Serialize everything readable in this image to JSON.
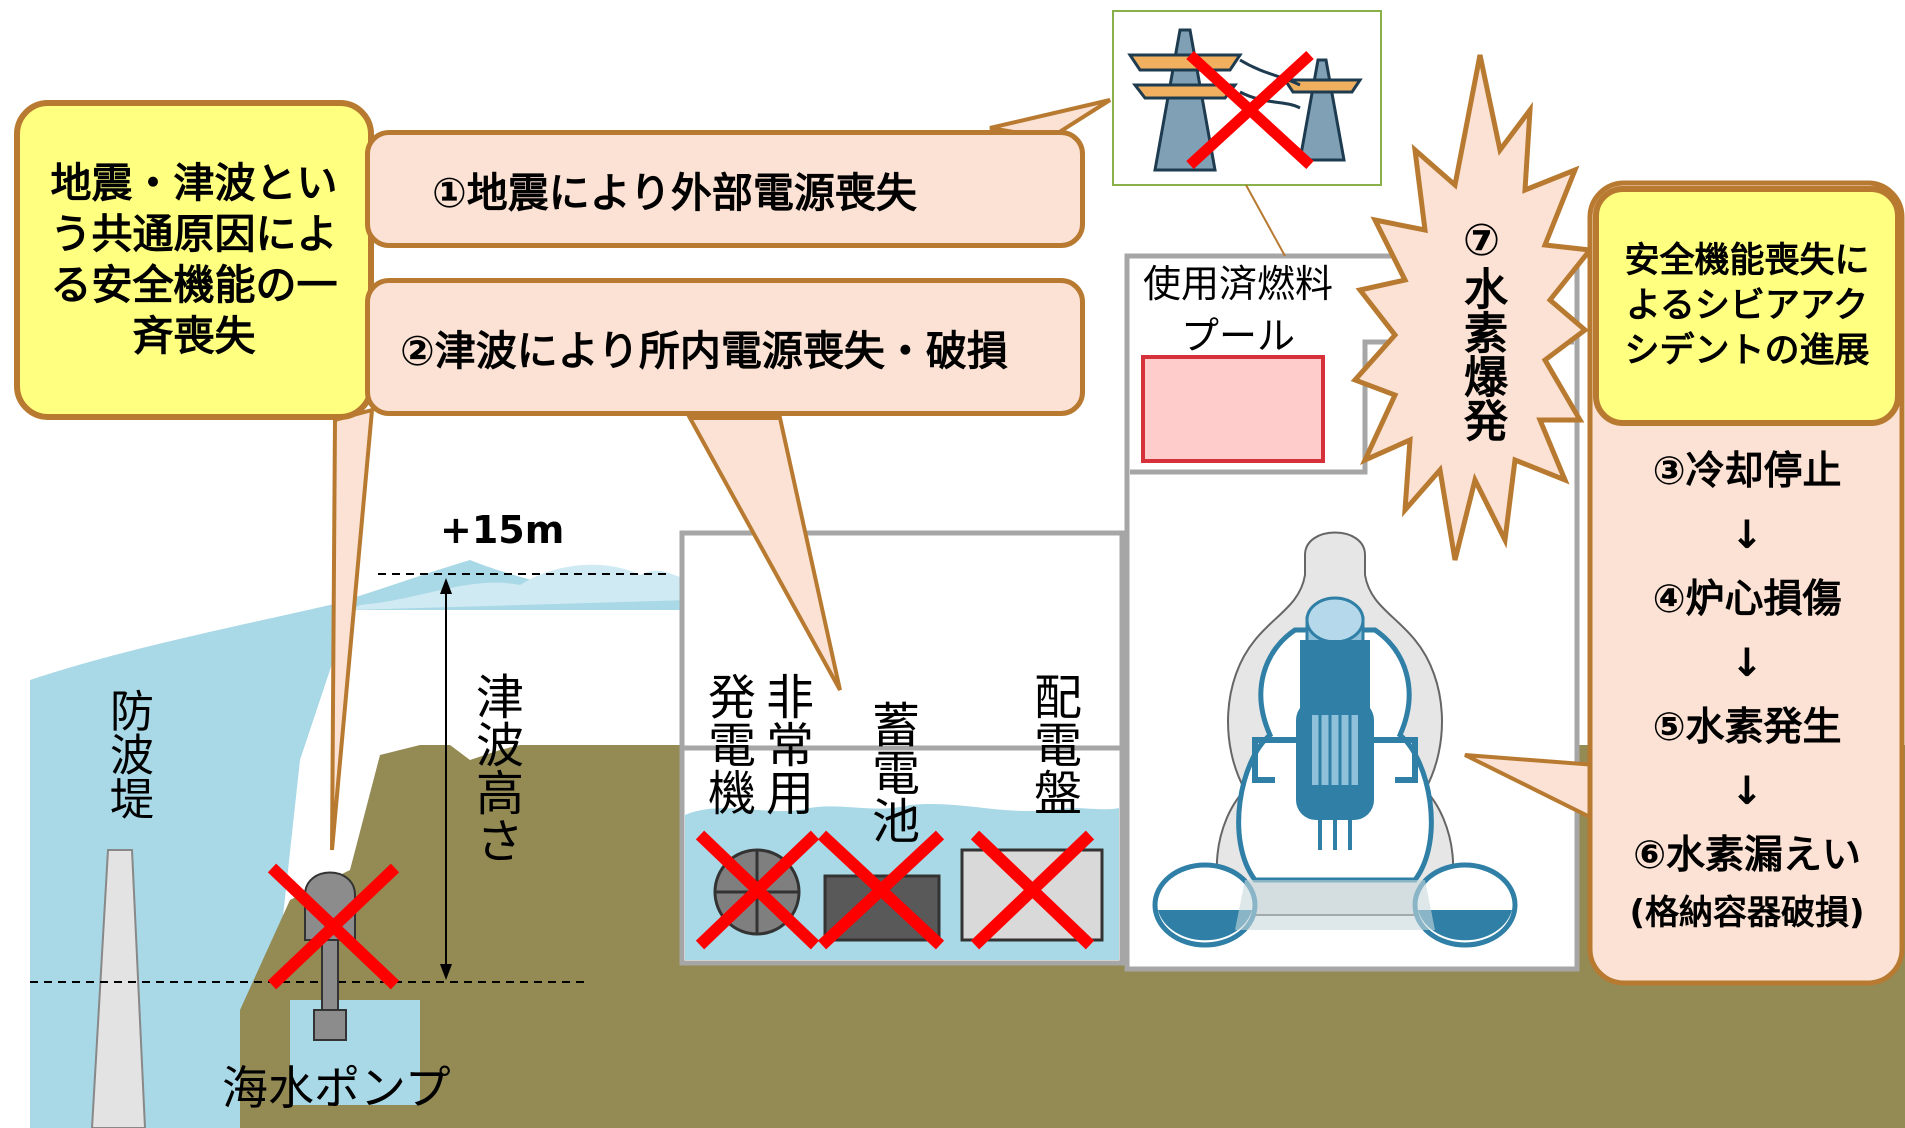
{
  "common_cause": "地震・津波という共通原因による安全機能の一斉喪失",
  "step1": "①地震により外部電源喪失",
  "step2": "②津波により所内電源喪失・破損",
  "tsunami_height_value": "+15m",
  "tsunami_height_label": "津波高さ",
  "breakwater_label": "防波堤",
  "seawater_pump_label": "海水ポンプ",
  "emergency_generator_label": "非常用発電機",
  "battery_label": "蓄電池",
  "switchboard_label": "配電盤",
  "spent_fuel_pool_label": "使用済燃料プール",
  "explosion_label": "⑦水素爆発",
  "accident_progress": {
    "title": "安全機能喪失によるシビアアクシデントの進展",
    "steps": [
      "③冷却停止",
      "↓",
      "④炉心損傷",
      "↓",
      "⑤水素発生",
      "↓",
      "⑥水素漏えい",
      "(格納容器破損)"
    ]
  },
  "colors": {
    "ground": "#948a54",
    "water": "#a9d8e6",
    "callout_fill": "#fbe2d4",
    "callout_border": "#b87a30",
    "highlight_box": "#ffff80",
    "cross": "#ff0000",
    "explosion_fill": "#fbe2d4",
    "pool_fill": "#ffcccc",
    "reactor_blue": "#2f7fa6"
  }
}
